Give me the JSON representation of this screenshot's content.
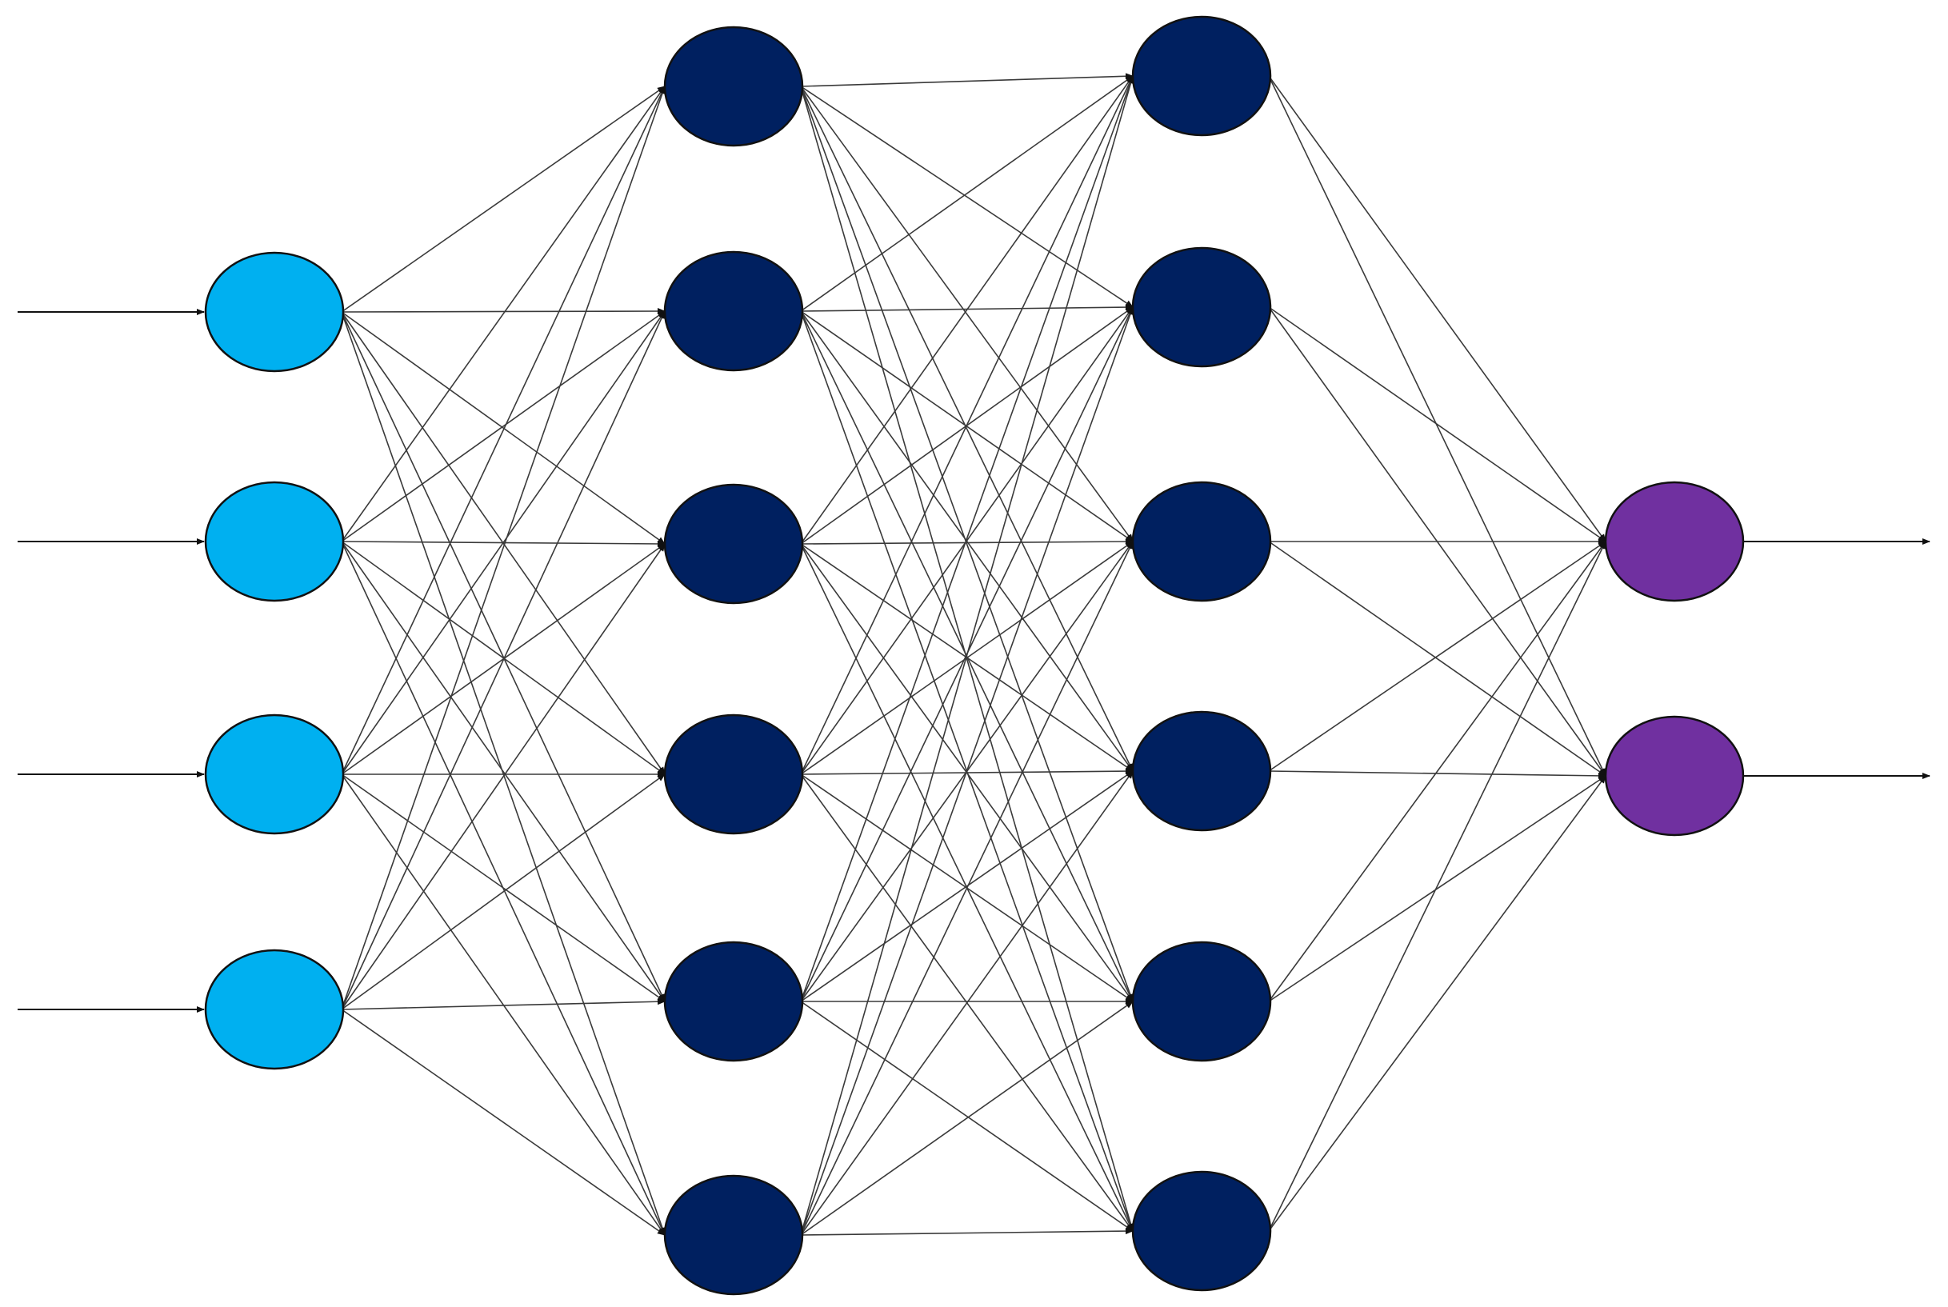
{
  "diagram": {
    "type": "feedforward-neural-network",
    "layers": [
      {
        "role": "input",
        "neurons": 4,
        "color": "#00B0F0"
      },
      {
        "role": "hidden-1",
        "neurons": 6,
        "color": "#002060"
      },
      {
        "role": "hidden-2",
        "neurons": 6,
        "color": "#002060"
      },
      {
        "role": "output",
        "neurons": 2,
        "color": "#7030A0"
      }
    ],
    "connectivity": "fully-connected",
    "edge_color": "#3a3a3a",
    "input_arrows": 4,
    "output_arrows": 2,
    "icons": {
      "input_arrow": "arrow-right-icon",
      "output_arrow": "arrow-right-icon"
    }
  }
}
